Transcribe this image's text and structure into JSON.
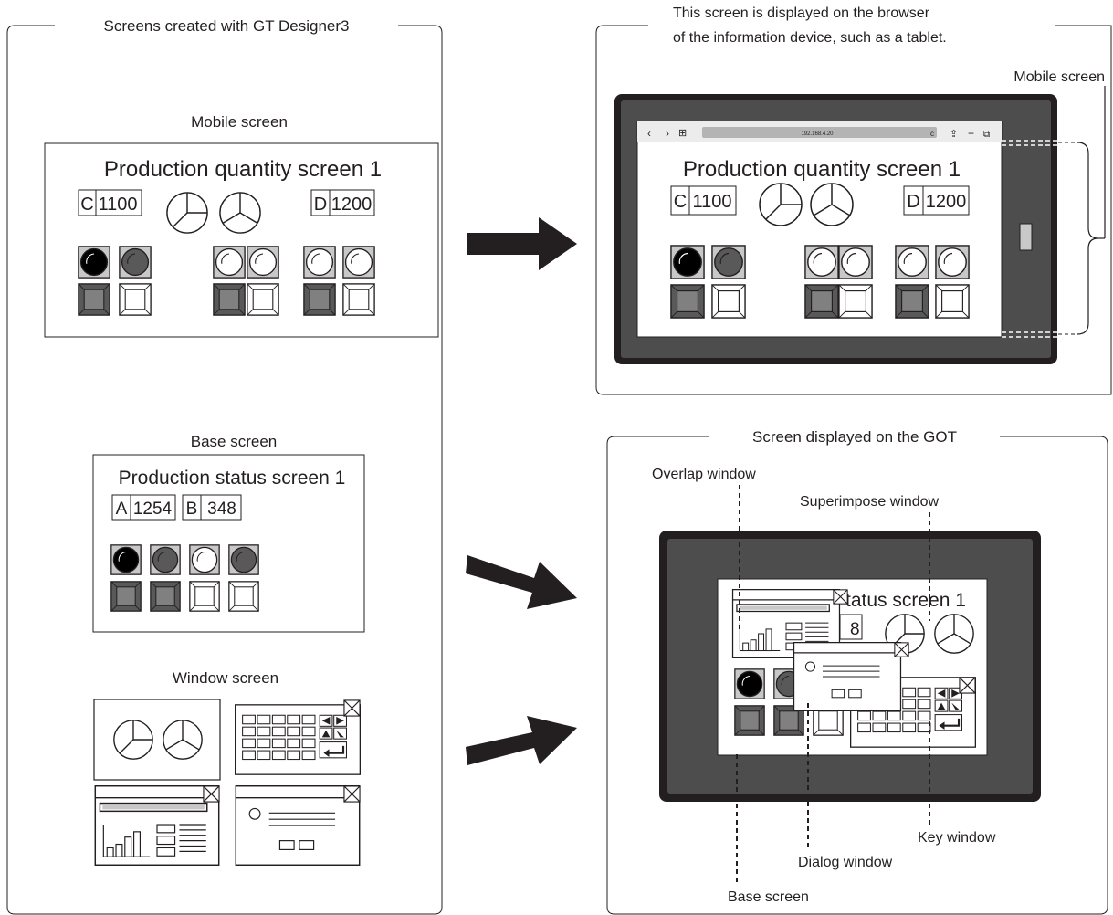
{
  "left_panel": {
    "title": "Screens created with GT Designer3",
    "mobile": {
      "label": "Mobile screen",
      "title": "Production quantity screen 1",
      "field_c": {
        "letter": "C",
        "value": "1100"
      },
      "field_d": {
        "letter": "D",
        "value": "1200"
      }
    },
    "base": {
      "label": "Base screen",
      "title": "Production status screen 1",
      "field_a": {
        "letter": "A",
        "value": "1254"
      },
      "field_b": {
        "letter": "B",
        "value": "348"
      }
    },
    "window": {
      "label": "Window screen"
    }
  },
  "browser_panel": {
    "caption_line1": "This screen is displayed on the browser",
    "caption_line2": "of the information device, such as a tablet.",
    "callout": "Mobile screen",
    "address": "192.168.4.20",
    "title": "Production quantity screen 1",
    "field_c": {
      "letter": "C",
      "value": "1100"
    },
    "field_d": {
      "letter": "D",
      "value": "1200"
    }
  },
  "got_panel": {
    "title": "Screen displayed on the GOT",
    "screen_title": "tatus screen 1",
    "partial_value": "8",
    "labels": {
      "overlap": "Overlap window",
      "superimpose": "Superimpose window",
      "key": "Key window",
      "dialog": "Dialog window",
      "base": "Base screen"
    }
  },
  "colors": {
    "ink": "#231f20",
    "device": "#4d4d4d",
    "lamp_on": "#000000",
    "lamp_mid": "#595959",
    "lamp_off": "#c8c8c8"
  }
}
